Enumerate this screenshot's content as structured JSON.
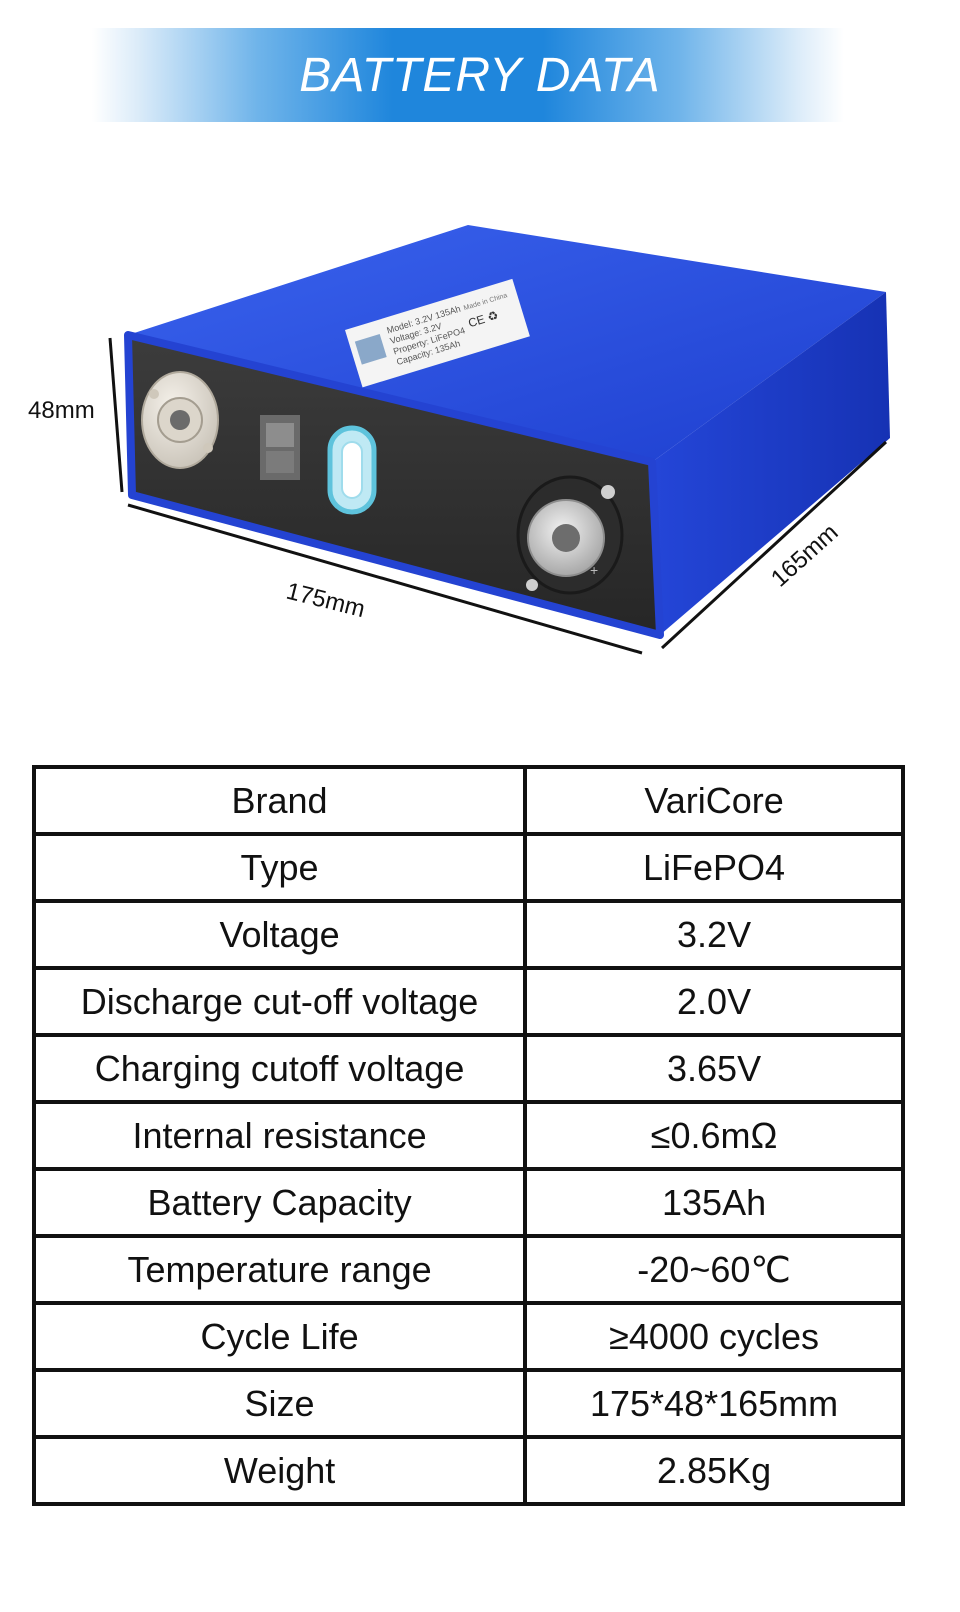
{
  "header": {
    "title": "BATTERY DATA"
  },
  "battery_image": {
    "dimensions": {
      "height_label": "48mm",
      "length_label": "175mm",
      "width_label": "165mm"
    },
    "cell_label_lines": [
      "Model: 3.2V 135Ah",
      "Voltage: 3.2V",
      "Property: LiFePO4",
      "Capacity: 135Ah",
      "Made in China"
    ],
    "colors": {
      "shell": "#1c3fd0",
      "shell_top": "#2b57e8",
      "terminal_face": "#3a3a3a"
    }
  },
  "specs": {
    "rows": [
      {
        "label": "Brand",
        "value": "VariCore"
      },
      {
        "label": "Type",
        "value": "LiFePO4"
      },
      {
        "label": "Voltage",
        "value": "3.2V"
      },
      {
        "label": "Discharge cut-off voltage",
        "value": "2.0V"
      },
      {
        "label": "Charging cutoff voltage",
        "value": "3.65V"
      },
      {
        "label": "Internal resistance",
        "value": "≤0.6mΩ"
      },
      {
        "label": "Battery Capacity",
        "value": "135Ah"
      },
      {
        "label": "Temperature range",
        "value": "-20~60℃"
      },
      {
        "label": "Cycle Life",
        "value": "≥4000 cycles"
      },
      {
        "label": "Size",
        "value": "175*48*165mm"
      },
      {
        "label": "Weight",
        "value": "2.85Kg"
      }
    ]
  }
}
